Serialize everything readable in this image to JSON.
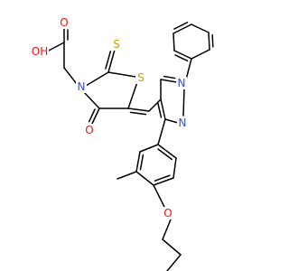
{
  "colors": {
    "bond": "#000000",
    "O": "#ff0d0d",
    "N": "#3050f8",
    "S": "#c8a400",
    "background": "#ffffff"
  },
  "atoms": [
    {
      "label": "OH",
      "element": "O"
    },
    {
      "label": "O",
      "element": "O"
    },
    {
      "label": "N",
      "element": "N"
    },
    {
      "label": "S",
      "element": "S"
    },
    {
      "label": "S",
      "element": "S"
    },
    {
      "label": "O",
      "element": "O"
    },
    {
      "label": "N",
      "element": "N"
    },
    {
      "label": "N",
      "element": "N"
    },
    {
      "label": "O",
      "element": "O"
    }
  ]
}
